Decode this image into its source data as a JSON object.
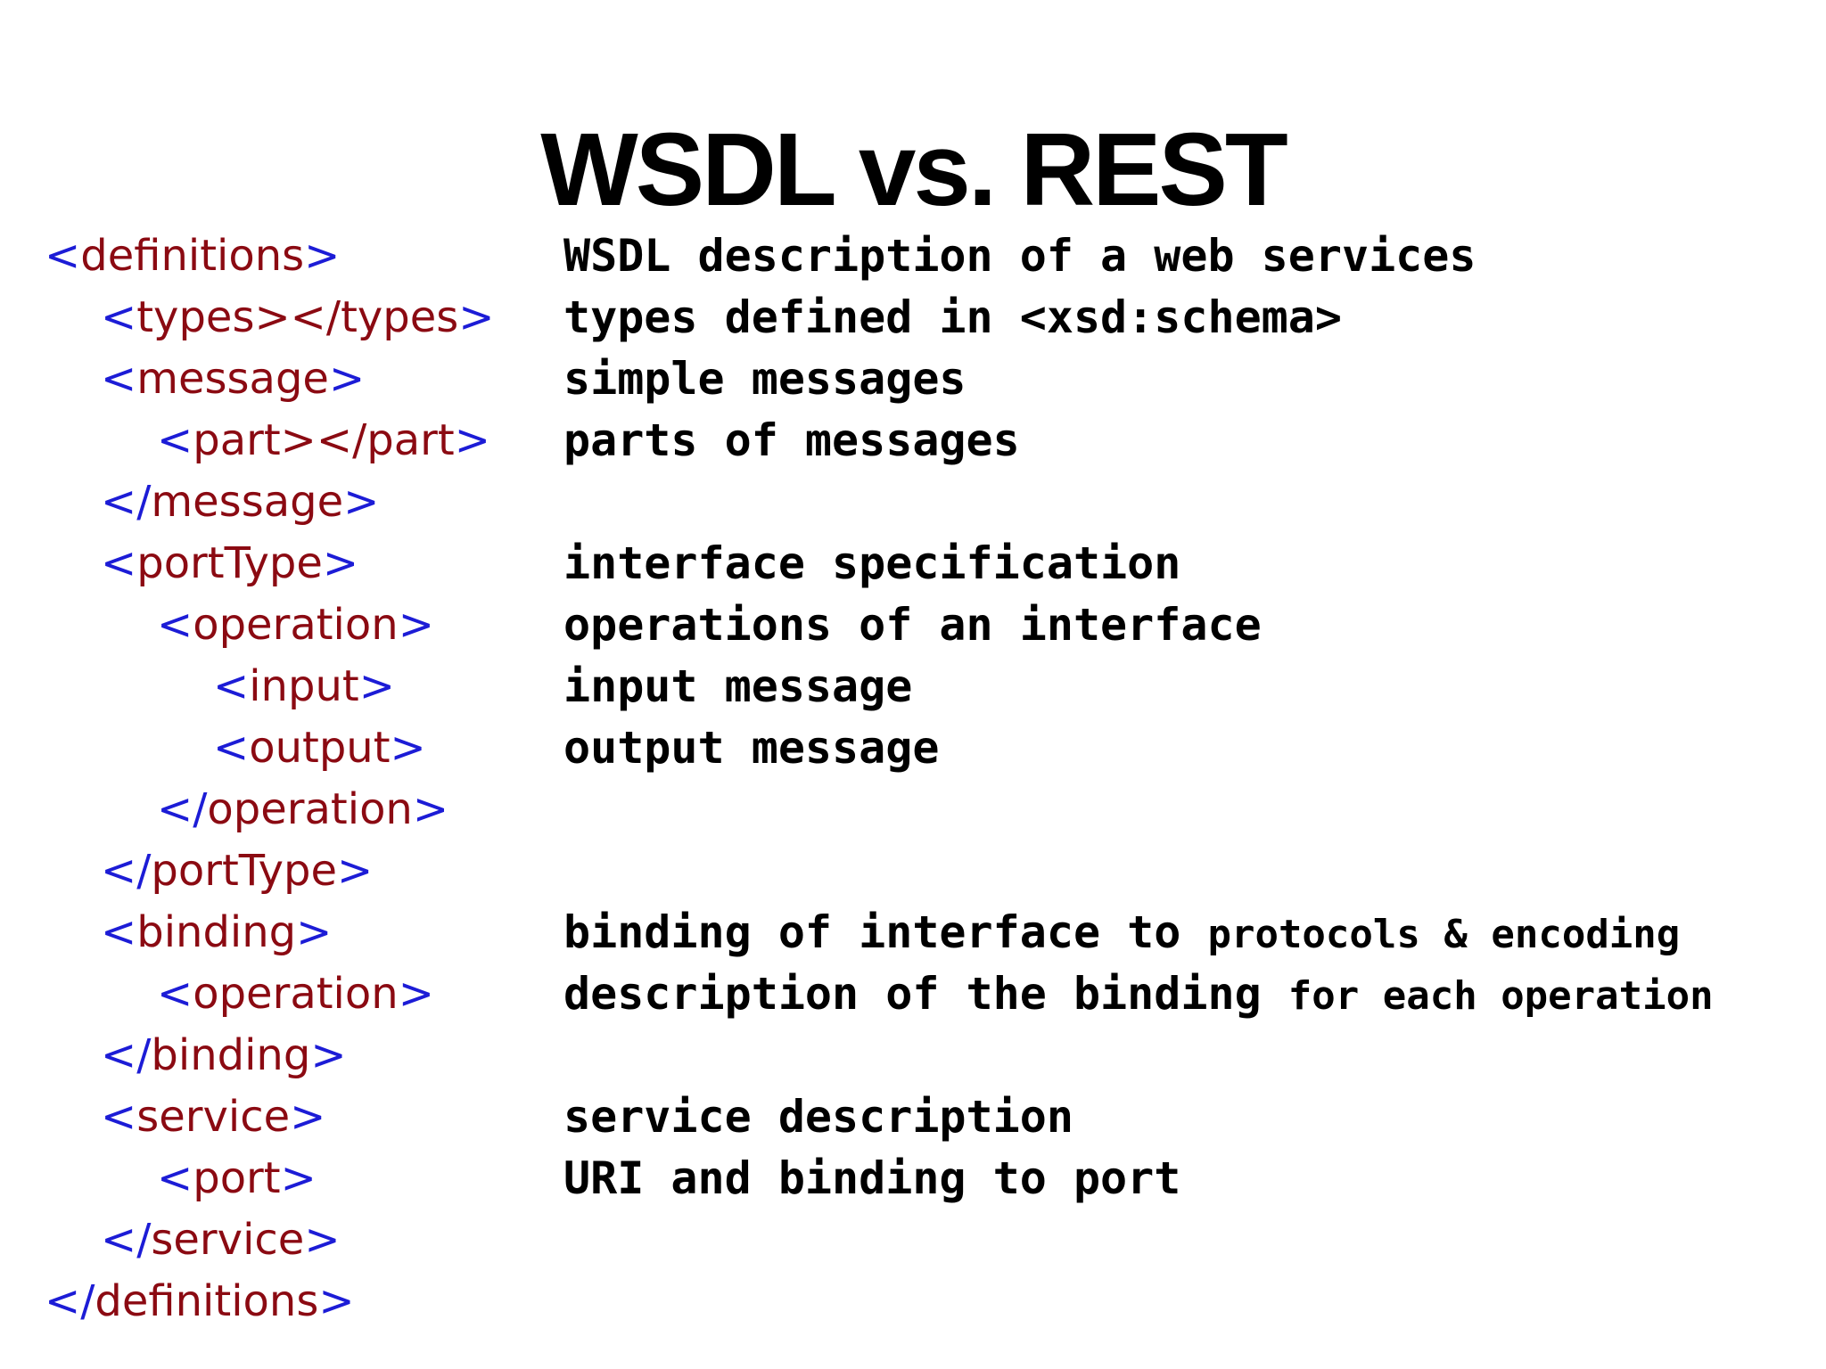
{
  "slide": {
    "title": "WSDL vs. REST",
    "xml_lines": [
      {
        "indent": 0,
        "open": "<",
        "name": "definitions",
        "close": ">"
      },
      {
        "indent": 1,
        "open": "<",
        "name": "types></types",
        "close": ">"
      },
      {
        "indent": 1,
        "open": "<",
        "name": "message",
        "close": ">"
      },
      {
        "indent": 2,
        "open": "<",
        "name": "part></part",
        "close": ">"
      },
      {
        "indent": 1,
        "open": "</",
        "name": "message",
        "close": ">"
      },
      {
        "indent": 1,
        "open": "<",
        "name": "portType",
        "close": ">"
      },
      {
        "indent": 2,
        "open": "<",
        "name": "operation",
        "close": ">"
      },
      {
        "indent": 3,
        "open": "<",
        "name": "input",
        "close": ">"
      },
      {
        "indent": 3,
        "open": "<",
        "name": "output",
        "close": ">"
      },
      {
        "indent": 2,
        "open": "</",
        "name": "operation",
        "close": ">"
      },
      {
        "indent": 1,
        "open": "</",
        "name": "portType",
        "close": ">"
      },
      {
        "indent": 1,
        "open": "<",
        "name": "binding",
        "close": ">"
      },
      {
        "indent": 2,
        "open": "<",
        "name": "operation",
        "close": ">"
      },
      {
        "indent": 1,
        "open": "</",
        "name": "binding",
        "close": ">"
      },
      {
        "indent": 1,
        "open": "<",
        "name": "service",
        "close": ">"
      },
      {
        "indent": 2,
        "open": "<",
        "name": "port",
        "close": ">"
      },
      {
        "indent": 1,
        "open": "</",
        "name": "service",
        "close": ">"
      },
      {
        "indent": 0,
        "open": "</",
        "name": "definitions",
        "close": ">"
      }
    ],
    "descriptions": [
      {
        "row": 0,
        "main": "WSDL description of a web services",
        "small": ""
      },
      {
        "row": 1,
        "main": "types defined in <xsd:schema>",
        "small": ""
      },
      {
        "row": 2,
        "main": "simple messages",
        "small": ""
      },
      {
        "row": 3,
        "main": "parts of messages",
        "small": ""
      },
      {
        "row": 5,
        "main": "interface specification",
        "small": ""
      },
      {
        "row": 6,
        "main": "operations of an interface",
        "small": ""
      },
      {
        "row": 7,
        "main": "input message",
        "small": ""
      },
      {
        "row": 8,
        "main": "output message",
        "small": ""
      },
      {
        "row": 11,
        "main": "binding of interface to ",
        "small": "protocols & encoding"
      },
      {
        "row": 12,
        "main": "description of the binding ",
        "small": "for each operation"
      },
      {
        "row": 14,
        "main": "service description",
        "small": ""
      },
      {
        "row": 15,
        "main": "URI and binding to port",
        "small": ""
      }
    ]
  }
}
